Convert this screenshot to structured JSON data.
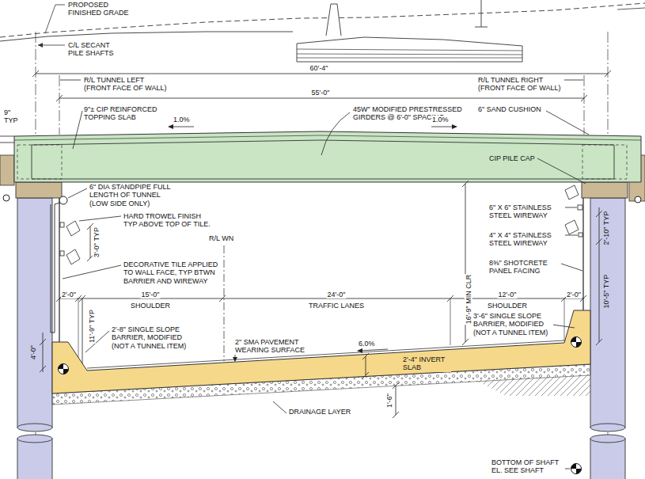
{
  "diagram": {
    "labels": [
      "PROPOSED FINISHED GRADE",
      "C/L SECANT PILE SHAFTS",
      "60'-4\"",
      "R/L TUNNEL LEFT (FRONT FACE OF WALL)",
      "55'-0\"",
      "R/L TUNNEL RIGHT (FRONT FACE OF WALL)",
      "9\" TYP",
      "9\"± CIP REINFORCED TOPPING SLAB",
      "1.0%",
      "45W\" MODIFIED PRESTRESSED GIRDERS @ 6'-0\" SPACING",
      "1.0%",
      "6\" SAND CUSHION",
      "CIP PILE CAP",
      "6\" DIA STANDPIPE FULL LENGTH OF TUNNEL (LOW SIDE ONLY)",
      "HARD TROWEL FINISH TYP ABOVE TOP OF TILE.",
      "3'-0\" TYP",
      "R/L WN",
      "DECORATIVE TILE APPLIED TO WALL FACE, TYP BTWN BARRIER AND WIREWAY",
      "6\" X 6\" STAINLESS STEEL WIREWAY",
      "4\" X 4\" STAINLESS STEEL WIREWAY",
      "2'-10\" TYP",
      "8⅜\" SHOTCRETE PANEL FACING",
      "16'-9\" MIN CLR",
      "10'-5\" TYP",
      "2'-0\"",
      "15'-0\"",
      "SHOULDER",
      "24'-0\"",
      "TRAFFIC LANES",
      "12'-0\"",
      "SHOULDER",
      "2'-0\"",
      "11'-9\" TYP",
      "2'-8\" SINGLE SLOPE BARRIER, MODIFIED (NOT A TUNNEL ITEM)",
      "3'-6\" SINGLE SLOPE BARRIER, MODIFIED (NOT A TUNNEL ITEM)",
      "2\" SMA PAVEMENT WEARING SURFACE",
      "6.0%",
      "2'-4\" INVERT SLAB",
      "4'-0\"",
      "DRAINAGE LAYER",
      "1'-6\"",
      "BOTTOM OF SHAFT EL. SEE SHAFT"
    ]
  }
}
